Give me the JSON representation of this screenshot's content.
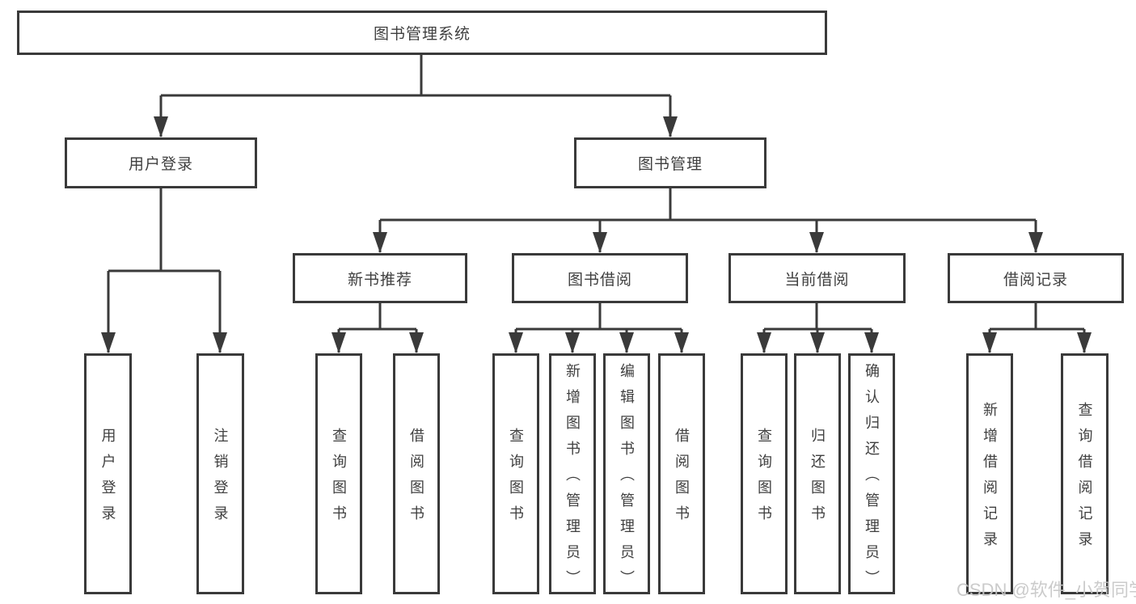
{
  "tree": {
    "label": "图书管理系统",
    "children": [
      {
        "label": "用户登录",
        "children": [
          {
            "label": "用户登录"
          },
          {
            "label": "注销登录"
          }
        ]
      },
      {
        "label": "图书管理",
        "children": [
          {
            "label": "新书推荐",
            "children": [
              {
                "label": "查询图书"
              },
              {
                "label": "借阅图书"
              }
            ]
          },
          {
            "label": "图书借阅",
            "children": [
              {
                "label": "查询图书"
              },
              {
                "label": "新增图书（管理员）"
              },
              {
                "label": "编辑图书（管理员）"
              },
              {
                "label": "借阅图书"
              }
            ]
          },
          {
            "label": "当前借阅",
            "children": [
              {
                "label": "查询图书"
              },
              {
                "label": "归还图书"
              },
              {
                "label": "确认归还（管理员）"
              }
            ]
          },
          {
            "label": "借阅记录",
            "children": [
              {
                "label": "新增借阅记录"
              },
              {
                "label": "查询借阅记录"
              }
            ]
          }
        ]
      }
    ]
  },
  "watermark": "CSDN @软件_小贺同学",
  "colors": {
    "line": "#3a3a3a",
    "box_border": "#3a3a3a",
    "text": "#3f3f3f",
    "background": "#ffffff",
    "watermark": "#c7c7c7"
  }
}
